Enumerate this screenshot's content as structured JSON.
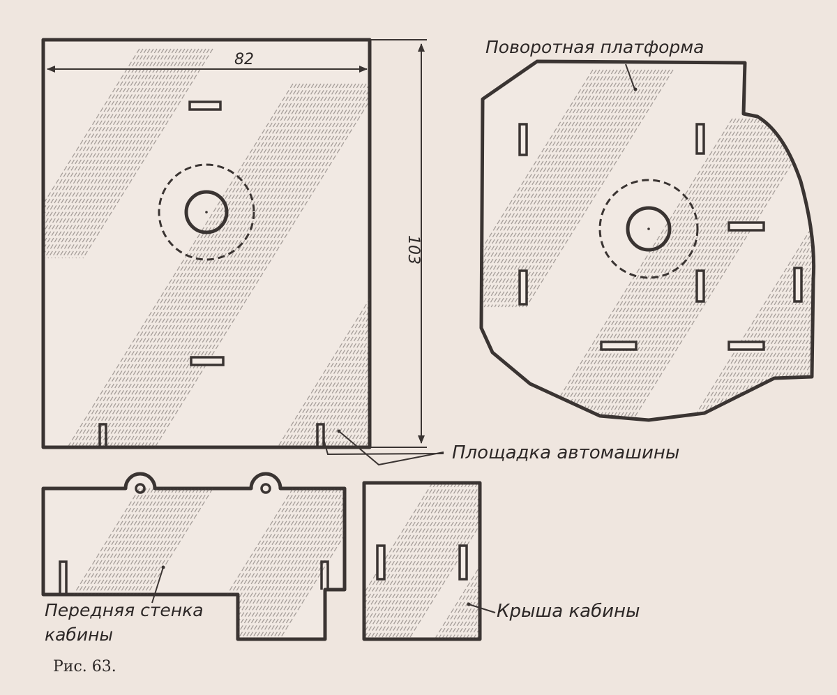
{
  "labels": {
    "dim_width": "82",
    "dim_height": "103",
    "turntable": "Поворотная платформа",
    "car_platform": "Площадка автомашины",
    "cab_front_line1": "Передняя стенка",
    "cab_front_line2": "кабины",
    "cab_roof": "Крыша кабины",
    "caption": "Рис. 63."
  },
  "colors": {
    "paper": "#efe6df",
    "ink": "#3a3432"
  }
}
